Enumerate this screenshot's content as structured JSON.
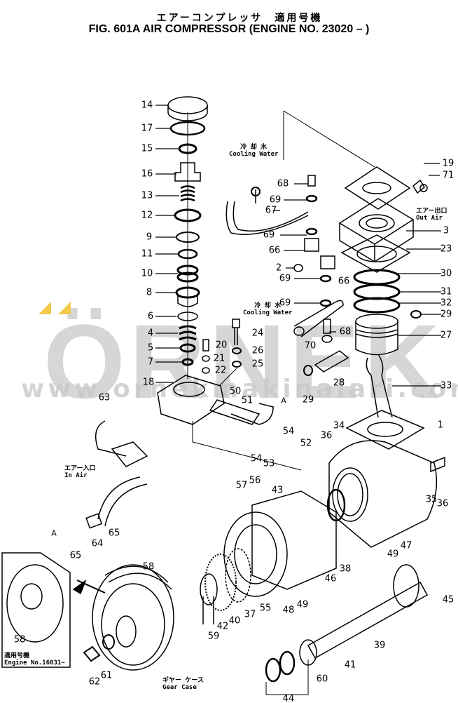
{
  "header": {
    "title_jp": "エアーコンプレッサ　適用号機",
    "title": "FIG. 601A  AIR COMPRESSOR (ENGINE NO. 23020 –  )"
  },
  "watermark": {
    "logo": "ÖRNEK",
    "url": "www.ornekmakinalari.com.tr",
    "accent": "#f2c84b"
  },
  "notes": {
    "cooling_water_1": {
      "jp": "冷 却 水",
      "en": "Cooling Water"
    },
    "cooling_water_2": {
      "jp": "冷 却 水",
      "en": "Cooling Water"
    },
    "out_air": {
      "jp": "エアー出口",
      "en": "Out Air"
    },
    "in_air": {
      "jp": "エアー入口",
      "en": "In Air"
    },
    "gear_case": {
      "jp": "ギヤー ケース",
      "en": "Gear Case"
    },
    "engine_no": {
      "jp": "適用号機",
      "en": "Engine No.16031~"
    },
    "arrow_a1": "A",
    "arrow_a2": "A"
  },
  "parts": [
    {
      "n": "14"
    },
    {
      "n": "17"
    },
    {
      "n": "15"
    },
    {
      "n": "16"
    },
    {
      "n": "13"
    },
    {
      "n": "12"
    },
    {
      "n": "9"
    },
    {
      "n": "11"
    },
    {
      "n": "10"
    },
    {
      "n": "8"
    },
    {
      "n": "6"
    },
    {
      "n": "4"
    },
    {
      "n": "5"
    },
    {
      "n": "7"
    },
    {
      "n": "18"
    },
    {
      "n": "20"
    },
    {
      "n": "21"
    },
    {
      "n": "22"
    },
    {
      "n": "24"
    },
    {
      "n": "26"
    },
    {
      "n": "25"
    },
    {
      "n": "50"
    },
    {
      "n": "51"
    },
    {
      "n": "54"
    },
    {
      "n": "52"
    },
    {
      "n": "54"
    },
    {
      "n": "53"
    },
    {
      "n": "63"
    },
    {
      "n": "65"
    },
    {
      "n": "64"
    },
    {
      "n": "65"
    },
    {
      "n": "57"
    },
    {
      "n": "56"
    },
    {
      "n": "43"
    },
    {
      "n": "36"
    },
    {
      "n": "34"
    },
    {
      "n": "1"
    },
    {
      "n": "35"
    },
    {
      "n": "36"
    },
    {
      "n": "47"
    },
    {
      "n": "49"
    },
    {
      "n": "38"
    },
    {
      "n": "46"
    },
    {
      "n": "48"
    },
    {
      "n": "49"
    },
    {
      "n": "55"
    },
    {
      "n": "37"
    },
    {
      "n": "40"
    },
    {
      "n": "42"
    },
    {
      "n": "59"
    },
    {
      "n": "58"
    },
    {
      "n": "58"
    },
    {
      "n": "62"
    },
    {
      "n": "61"
    },
    {
      "n": "60"
    },
    {
      "n": "41"
    },
    {
      "n": "39"
    },
    {
      "n": "45"
    },
    {
      "n": "44"
    },
    {
      "n": "19"
    },
    {
      "n": "71"
    },
    {
      "n": "3"
    },
    {
      "n": "23"
    },
    {
      "n": "30"
    },
    {
      "n": "31"
    },
    {
      "n": "32"
    },
    {
      "n": "29"
    },
    {
      "n": "27"
    },
    {
      "n": "33"
    },
    {
      "n": "68"
    },
    {
      "n": "69"
    },
    {
      "n": "67"
    },
    {
      "n": "69"
    },
    {
      "n": "66"
    },
    {
      "n": "2"
    },
    {
      "n": "69"
    },
    {
      "n": "66"
    },
    {
      "n": "69"
    },
    {
      "n": "68"
    },
    {
      "n": "70"
    },
    {
      "n": "28"
    },
    {
      "n": "29"
    }
  ]
}
